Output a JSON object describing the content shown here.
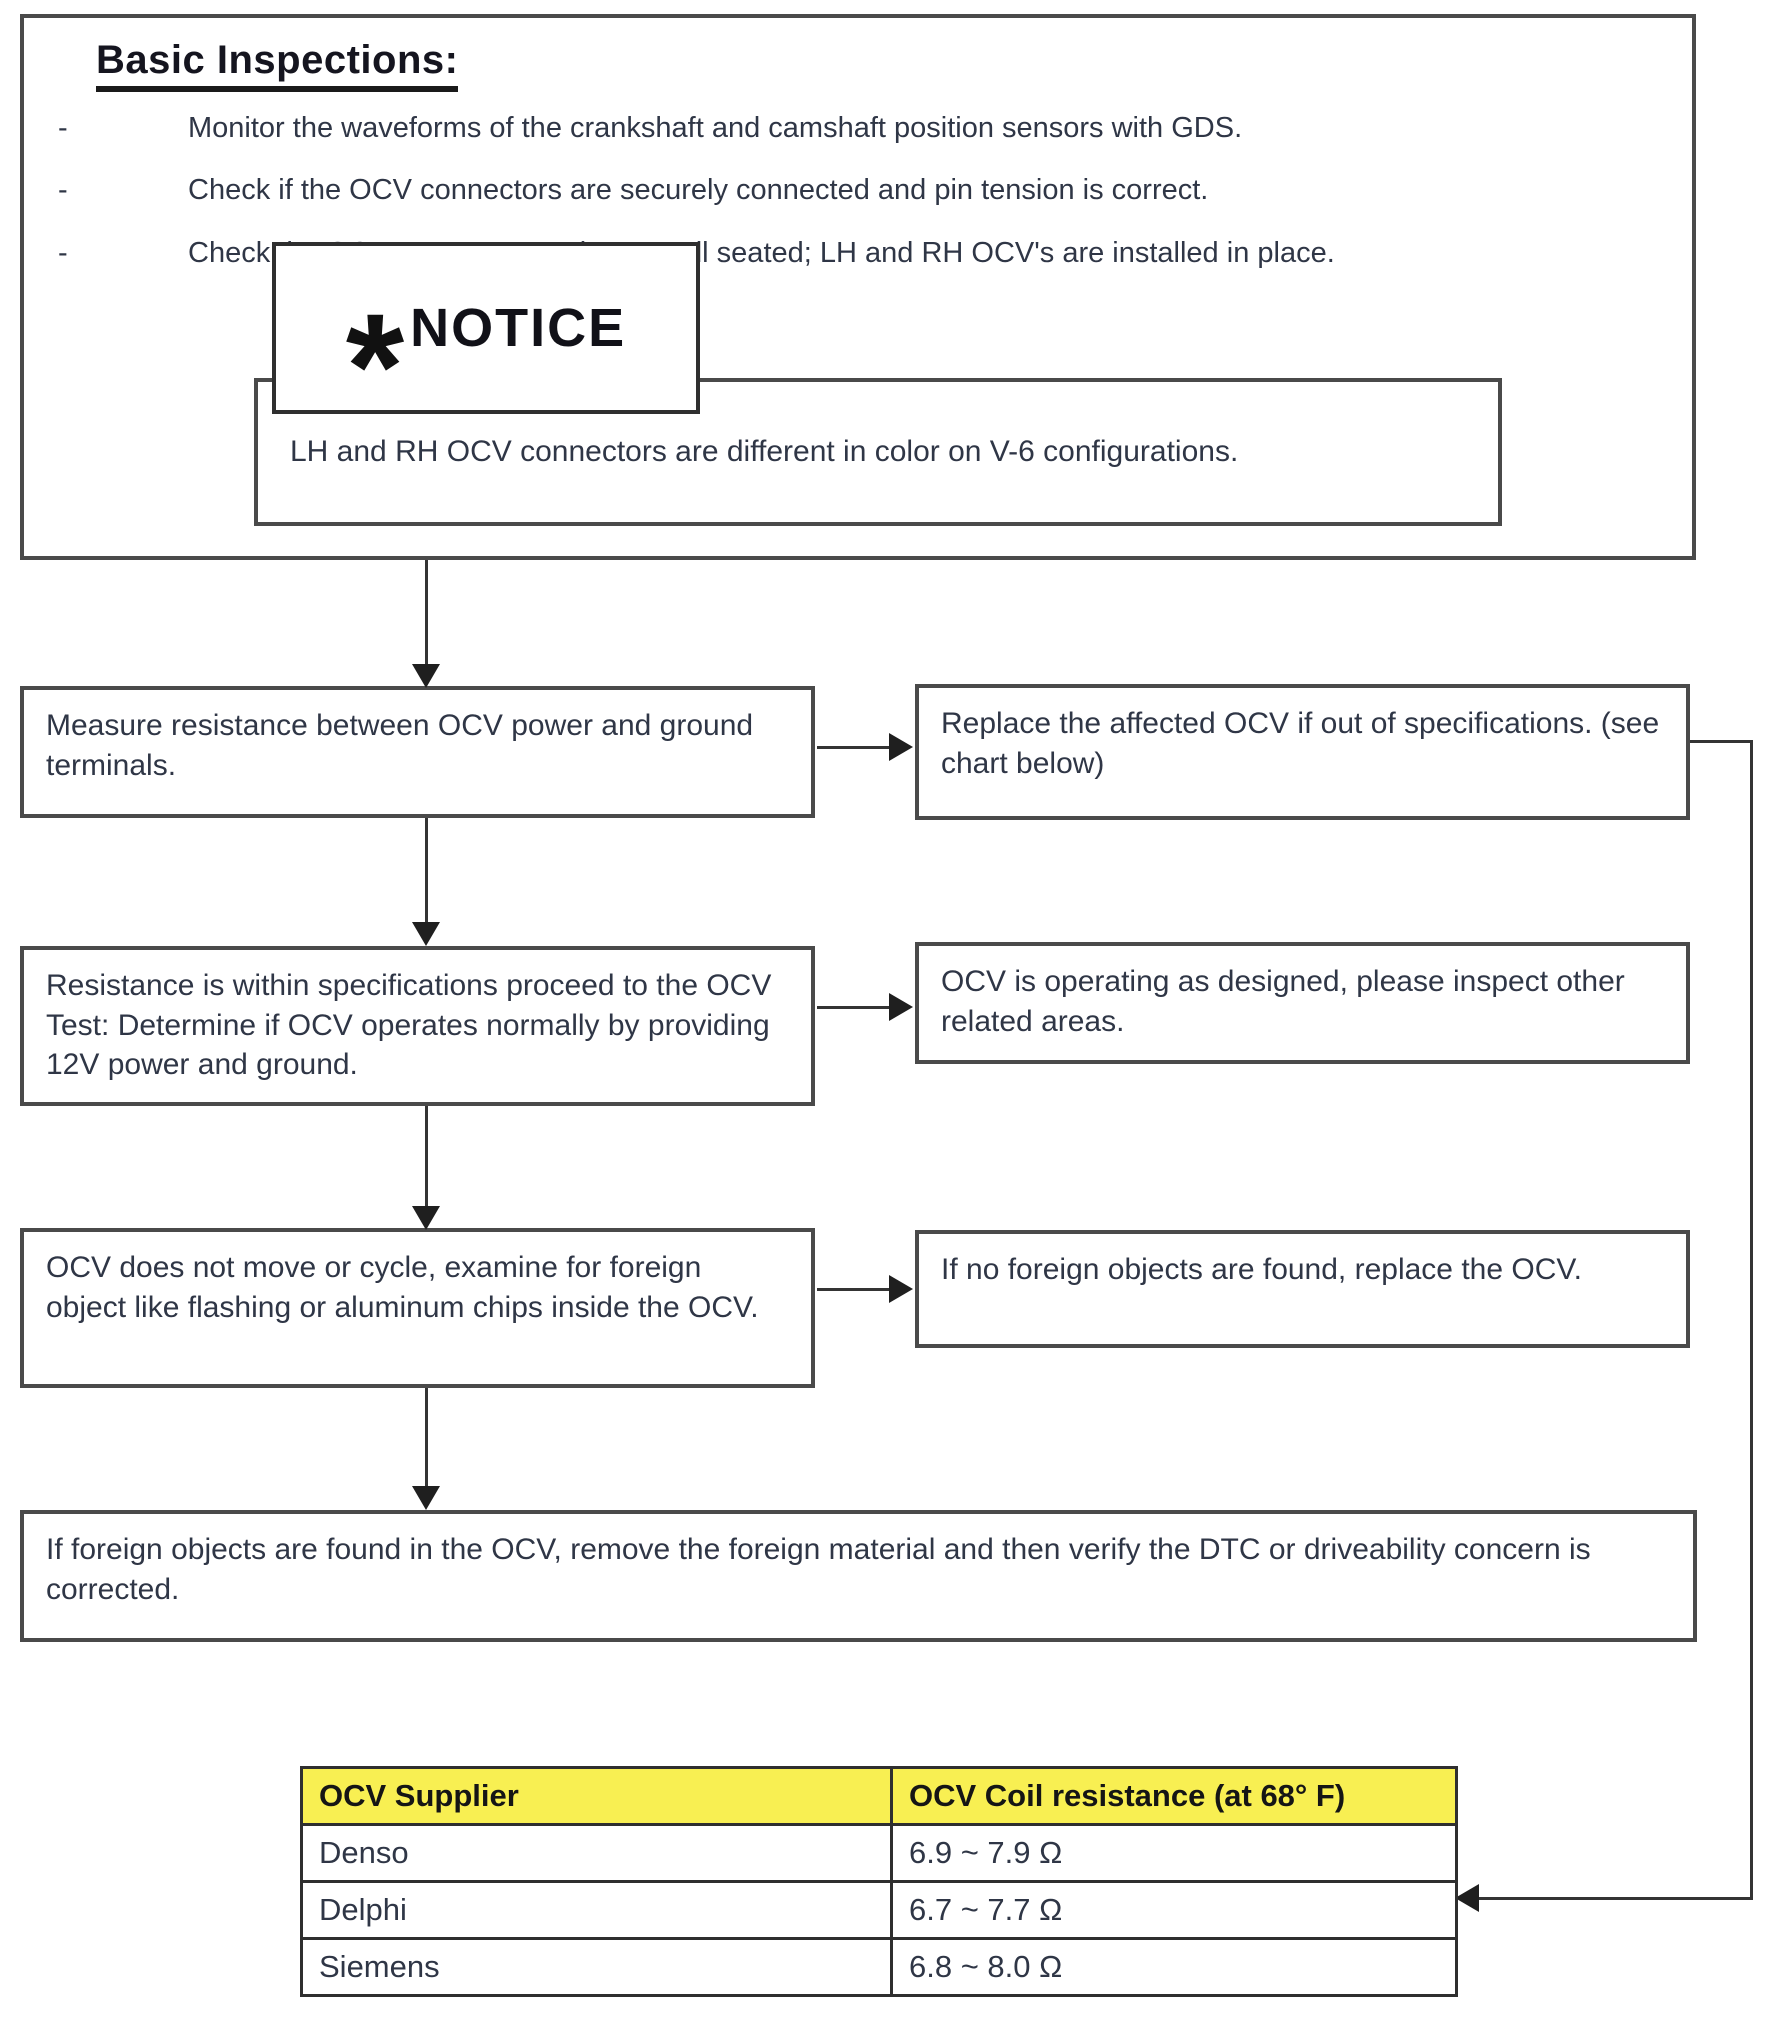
{
  "intro": {
    "heading": "Basic Inspections:",
    "bullet_marker": "-",
    "bullets": [
      "Monitor the waveforms of the crankshaft and camshaft position sensors with GDS.",
      "Check if the OCV connectors are securely connected and pin tension is correct.",
      "Check the OCV connector seals are well seated; LH and RH OCV's are installed in place."
    ],
    "notice": {
      "asterisk": "*",
      "label": "NOTICE",
      "text": "LH and RH OCV connectors are different in color on V-6 configurations."
    }
  },
  "flow": {
    "steps": [
      {
        "text": "Measure resistance between OCV power and ground terminals.",
        "result": "Replace the affected OCV if out of specifications. (see chart below)"
      },
      {
        "text": "Resistance is within specifications proceed to the OCV Test: Determine if OCV operates normally by providing 12V power and ground.",
        "result": "OCV is operating as designed, please inspect other related areas."
      },
      {
        "text": "OCV does not move or cycle, examine for foreign object like flashing or aluminum chips inside the OCV.",
        "result": "If no foreign objects are found, replace the OCV."
      }
    ],
    "final": "If foreign objects are found in the OCV, remove the foreign material and then verify the DTC or driveability concern is corrected."
  },
  "table": {
    "header": [
      "OCV Supplier",
      "OCV Coil resistance (at 68° F)"
    ],
    "rows": [
      {
        "supplier": "Denso",
        "resistance": "6.9 ~ 7.9 Ω"
      },
      {
        "supplier": "Delphi",
        "resistance": "6.7 ~ 7.7 Ω"
      },
      {
        "supplier": "Siemens",
        "resistance": "6.8 ~ 8.0 Ω"
      }
    ],
    "header_bg": "#f8ef52"
  },
  "colors": {
    "border": "#4a4a4a",
    "ink": "#2f3646",
    "arrow": "#1f1f1f",
    "table_header_bg": "#f8ef52"
  }
}
